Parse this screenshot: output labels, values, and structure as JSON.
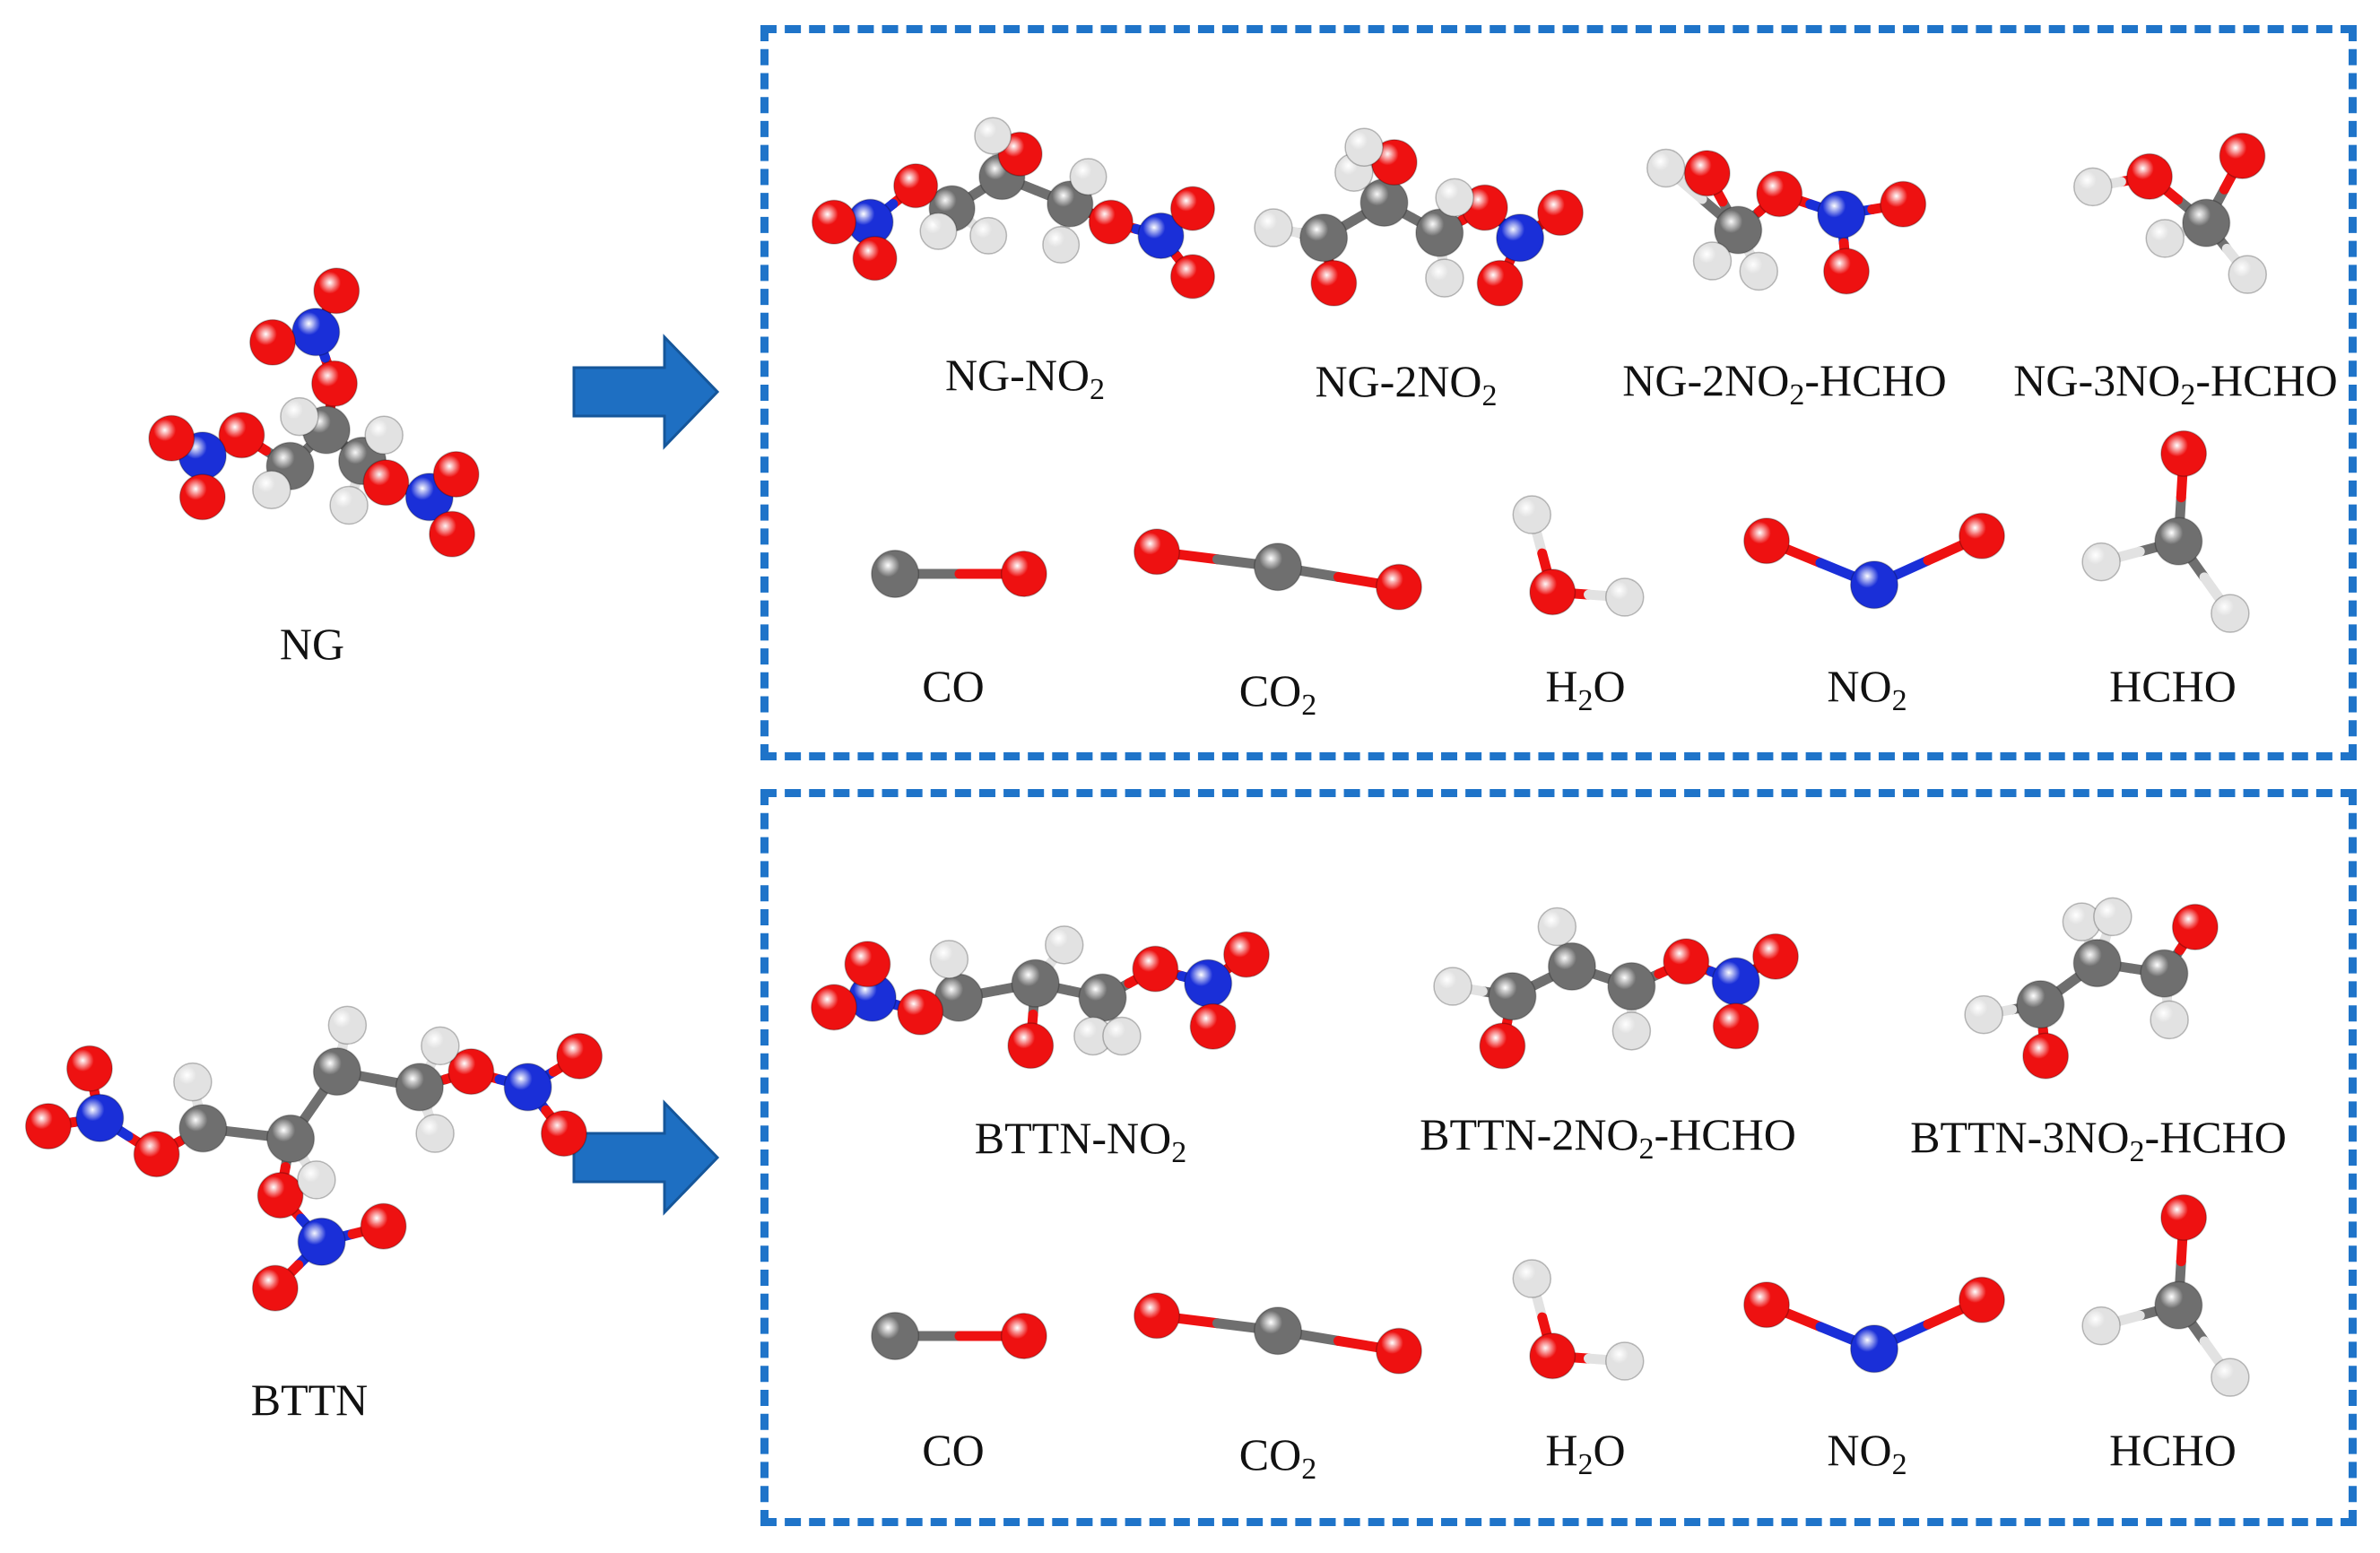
{
  "colors": {
    "carbon": "#6f6f6f",
    "oxygen": "#ee1111",
    "nitrogen": "#1a2fd8",
    "hydrogen": "#e2e2e2",
    "frame": "#1f74c9",
    "arrow": "#1e6fc2"
  },
  "reactants": [
    {
      "label": "NG",
      "molecule": "NG"
    },
    {
      "label": "BTTN",
      "molecule": "BTTN"
    }
  ],
  "panels": [
    {
      "row1": [
        {
          "parts": [
            "NG-NO",
            "2",
            ""
          ],
          "molecule": "NG-NO2"
        },
        {
          "parts": [
            "NG-2NO",
            "2",
            ""
          ],
          "molecule": "NG-2NO2"
        },
        {
          "parts": [
            "NG-2NO",
            "2",
            "-HCHO"
          ],
          "molecule": "NG-2NO2-HCHO"
        },
        {
          "parts": [
            "NG-3NO",
            "2",
            "-HCHO"
          ],
          "molecule": "NG-3NO2-HCHO"
        }
      ],
      "row2": [
        {
          "parts": [
            "CO",
            "",
            ""
          ],
          "molecule": "CO"
        },
        {
          "parts": [
            "CO",
            "2",
            ""
          ],
          "molecule": "CO2"
        },
        {
          "parts": [
            "H",
            "2",
            "O"
          ],
          "molecule": "H2O"
        },
        {
          "parts": [
            "NO",
            "2",
            ""
          ],
          "molecule": "NO2"
        },
        {
          "parts": [
            "HCHO",
            "",
            ""
          ],
          "molecule": "HCHO"
        }
      ]
    },
    {
      "row1": [
        {
          "parts": [
            "BTTN-NO",
            "2",
            ""
          ],
          "molecule": "BTTN-NO2"
        },
        {
          "parts": [
            "BTTN-2NO",
            "2",
            "-HCHO"
          ],
          "molecule": "BTTN-2NO2-HCHO"
        },
        {
          "parts": [
            "BTTN-3NO",
            "2",
            "-HCHO"
          ],
          "molecule": "BTTN-3NO2-HCHO"
        }
      ],
      "row2": [
        {
          "parts": [
            "CO",
            "",
            ""
          ],
          "molecule": "CO"
        },
        {
          "parts": [
            "CO",
            "2",
            ""
          ],
          "molecule": "CO2"
        },
        {
          "parts": [
            "H",
            "2",
            "O"
          ],
          "molecule": "H2O"
        },
        {
          "parts": [
            "NO",
            "2",
            ""
          ],
          "molecule": "NO2"
        },
        {
          "parts": [
            "HCHO",
            "",
            ""
          ],
          "molecule": "HCHO"
        }
      ]
    }
  ]
}
